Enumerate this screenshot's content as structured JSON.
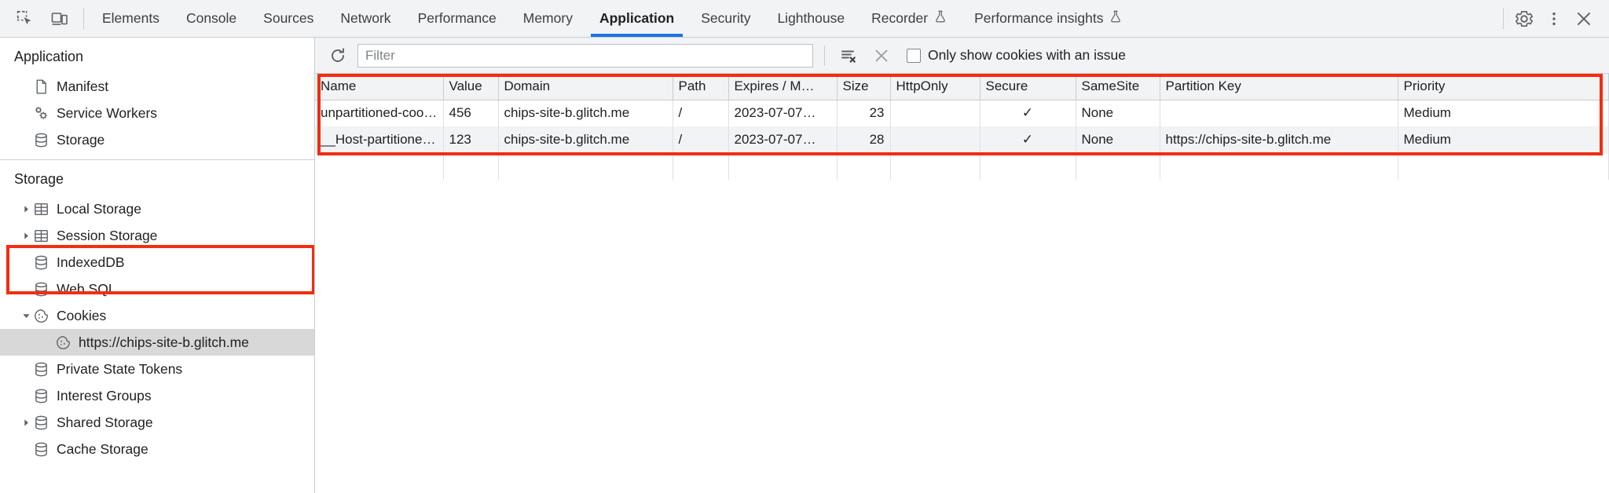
{
  "toolbar": {
    "icons": [
      {
        "name": "inspect-element-icon",
        "glyph": "inspect"
      },
      {
        "name": "device-toolbar-icon",
        "glyph": "device"
      }
    ],
    "tabs": [
      {
        "label": "Elements",
        "active": false,
        "experimental": false
      },
      {
        "label": "Console",
        "active": false,
        "experimental": false
      },
      {
        "label": "Sources",
        "active": false,
        "experimental": false
      },
      {
        "label": "Network",
        "active": false,
        "experimental": false
      },
      {
        "label": "Performance",
        "active": false,
        "experimental": false
      },
      {
        "label": "Memory",
        "active": false,
        "experimental": false
      },
      {
        "label": "Application",
        "active": true,
        "experimental": false
      },
      {
        "label": "Security",
        "active": false,
        "experimental": false
      },
      {
        "label": "Lighthouse",
        "active": false,
        "experimental": false
      },
      {
        "label": "Recorder",
        "active": false,
        "experimental": true
      },
      {
        "label": "Performance insights",
        "active": false,
        "experimental": true
      }
    ],
    "right_icons": [
      {
        "name": "settings-gear-icon"
      },
      {
        "name": "more-options-icon"
      },
      {
        "name": "close-devtools-icon"
      }
    ],
    "accent_color": "#1a73e8"
  },
  "sidebar": {
    "sections": [
      {
        "title": "Application",
        "items": [
          {
            "label": "Manifest",
            "icon": "manifest-document-icon",
            "twisty": "none",
            "indent": 1,
            "selected": false
          },
          {
            "label": "Service Workers",
            "icon": "service-workers-gears-icon",
            "twisty": "none",
            "indent": 1,
            "selected": false
          },
          {
            "label": "Storage",
            "icon": "database-icon",
            "twisty": "none",
            "indent": 1,
            "selected": false
          }
        ]
      },
      {
        "title": "Storage",
        "items": [
          {
            "label": "Local Storage",
            "icon": "table-icon",
            "twisty": "collapsed",
            "indent": 1,
            "selected": false
          },
          {
            "label": "Session Storage",
            "icon": "table-icon",
            "twisty": "collapsed",
            "indent": 1,
            "selected": false
          },
          {
            "label": "IndexedDB",
            "icon": "database-icon",
            "twisty": "none",
            "indent": 1,
            "selected": false
          },
          {
            "label": "Web SQL",
            "icon": "database-icon",
            "twisty": "none",
            "indent": 1,
            "selected": false
          },
          {
            "label": "Cookies",
            "icon": "cookie-icon",
            "twisty": "expanded",
            "indent": 1,
            "selected": false
          },
          {
            "label": "https://chips-site-b.glitch.me",
            "icon": "cookie-icon",
            "twisty": "none",
            "indent": 2,
            "selected": true
          },
          {
            "label": "Private State Tokens",
            "icon": "database-icon",
            "twisty": "none",
            "indent": 1,
            "selected": false
          },
          {
            "label": "Interest Groups",
            "icon": "database-icon",
            "twisty": "none",
            "indent": 1,
            "selected": false
          },
          {
            "label": "Shared Storage",
            "icon": "database-icon",
            "twisty": "collapsed",
            "indent": 1,
            "selected": false
          },
          {
            "label": "Cache Storage",
            "icon": "database-icon",
            "twisty": "none",
            "indent": 1,
            "selected": false
          }
        ]
      }
    ]
  },
  "filter_bar": {
    "refresh_icon": "refresh-icon",
    "filter_placeholder": "Filter",
    "filter_value": "",
    "clear_filtered_icon": "clear-filtered-cookies-icon",
    "clear_all_icon": "clear-all-cookies-icon",
    "checkbox_label": "Only show cookies with an issue",
    "checkbox_checked": false
  },
  "cookies_table": {
    "columns": [
      "Name",
      "Value",
      "Domain",
      "Path",
      "Expires / M…",
      "Size",
      "HttpOnly",
      "Secure",
      "SameSite",
      "Partition Key",
      "Priority"
    ],
    "rows": [
      {
        "Name": "unpartitioned-cookie",
        "Value": "456",
        "Domain": "chips-site-b.glitch.me",
        "Path": "/",
        "Expires / M…": "2023-07-07…",
        "Size": "23",
        "HttpOnly": "",
        "Secure": "✓",
        "SameSite": "None",
        "Partition Key": "",
        "Priority": "Medium"
      },
      {
        "Name": "__Host-partitioned-cookie",
        "Value": "123",
        "Domain": "chips-site-b.glitch.me",
        "Path": "/",
        "Expires / M…": "2023-07-07…",
        "Size": "28",
        "HttpOnly": "",
        "Secure": "✓",
        "SameSite": "None",
        "Partition Key": "https://chips-site-b.glitch.me",
        "Priority": "Medium"
      }
    ]
  },
  "annotations": {
    "color": "#f42c10",
    "boxes": [
      {
        "name": "cookies-tree-highlight"
      },
      {
        "name": "cookies-table-highlight"
      }
    ]
  }
}
